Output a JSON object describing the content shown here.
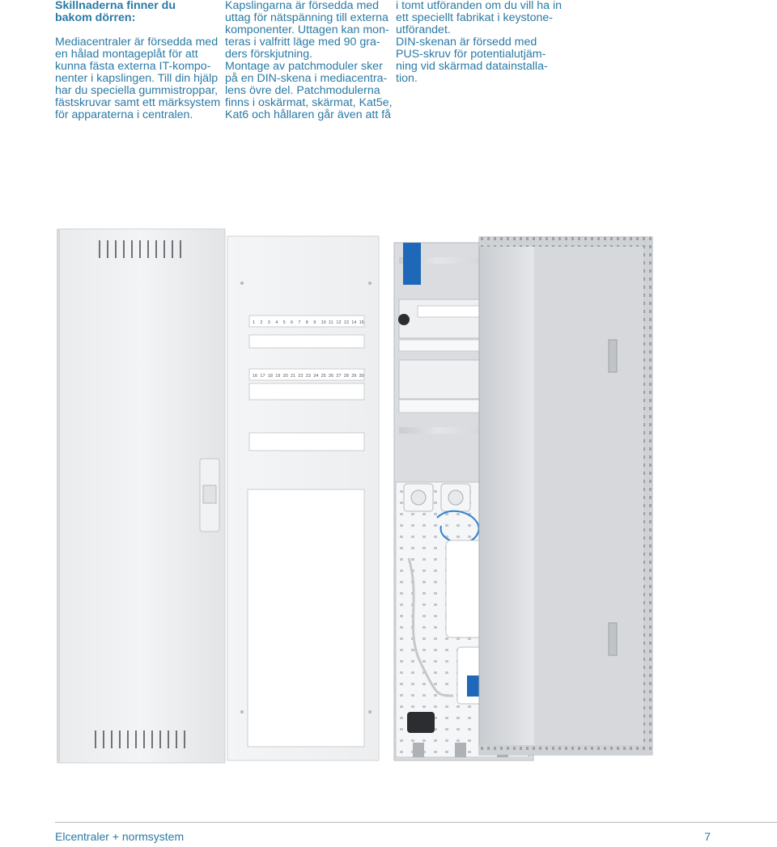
{
  "col1": {
    "heading": [
      "Skillnaderna finner du",
      "bakom dörren:"
    ],
    "lines": [
      "Mediacentraler är försedda med",
      "en hålad montageplåt för att",
      "kunna fästa externa IT-kompo-",
      "nenter i kapslingen. Till din hjälp",
      "har du speciella gummistroppar,",
      "fästskruvar samt ett märksystem",
      "för apparaterna i centralen."
    ]
  },
  "col2": {
    "lines": [
      "Kapslingarna är försedda med",
      "uttag för nätspänning till externa",
      "komponenter. Uttagen kan mon-",
      "teras i valfritt läge med 90 gra-",
      "ders förskjutning.",
      "Montage av patchmoduler sker",
      "på en DIN-skena i mediacentra-",
      "lens övre del. Patchmodulerna",
      "finns i oskärmat, skärmat, Kat5e,",
      "Kat6 och hållaren går även att få"
    ]
  },
  "col3": {
    "lines": [
      "i tomt utföranden om du vill ha in",
      "ett speciellt fabrikat i keystone-",
      "utförandet.",
      "DIN-skenan är försedd med",
      "PUS-skruv för potentialutjäm-",
      "ning vid skärmad datainstalla-",
      "tion."
    ]
  },
  "door_numbers": {
    "row1": [
      "1",
      "2",
      "3",
      "4",
      "5",
      "6",
      "7",
      "8",
      "9",
      "10",
      "11",
      "12",
      "13",
      "14",
      "15"
    ],
    "row2": [
      "16",
      "17",
      "18",
      "19",
      "20",
      "21",
      "22",
      "23",
      "24",
      "25",
      "26",
      "27",
      "28",
      "29",
      "30"
    ]
  },
  "footer": {
    "title": "Elcentraler + normsystem",
    "page": "7"
  },
  "colors": {
    "accent_text": "#2a7aa5",
    "rule": "#b9b9b9"
  }
}
